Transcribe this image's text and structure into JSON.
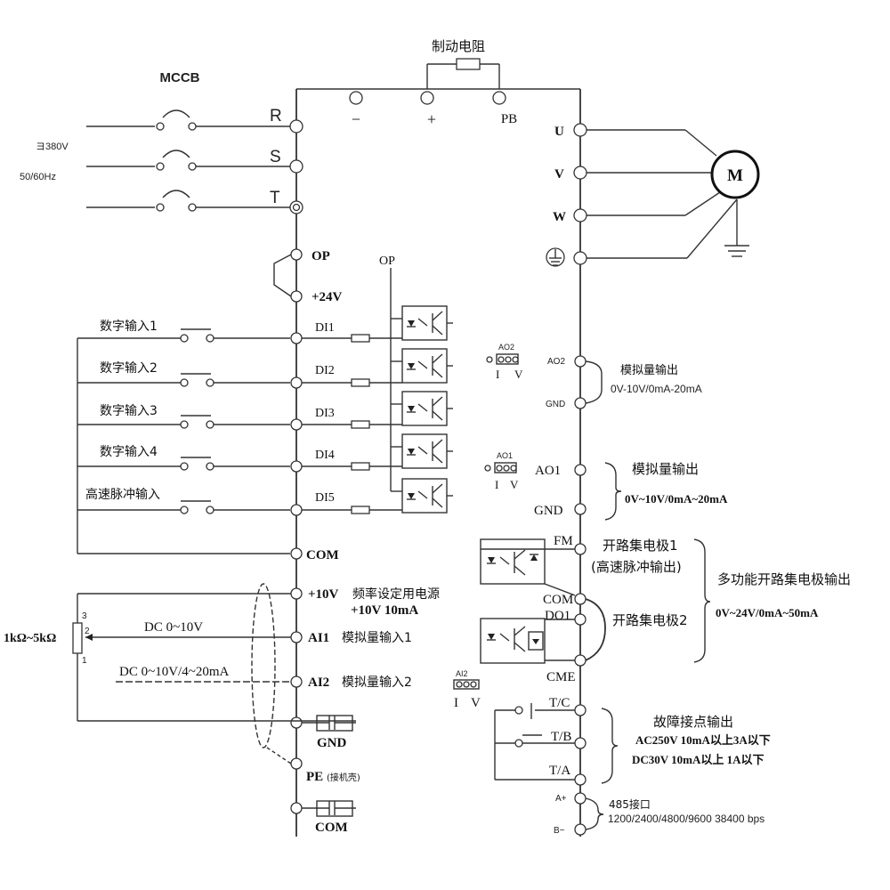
{
  "title": "",
  "labels": {
    "brake_resistor": "制动电阻",
    "mccb": "MCCB",
    "supply_voltage": "ヨ380V",
    "supply_freq": "50/60Hz",
    "R": "R",
    "S": "S",
    "T": "T",
    "minus": "−",
    "plus": "+",
    "PB": "PB",
    "U": "U",
    "V": "V",
    "W": "W",
    "M": "M",
    "OP": "OP",
    "OP_top": "OP",
    "p24V": "+24V",
    "DI1": "DI1",
    "DI2": "DI2",
    "DI3": "DI3",
    "DI4": "DI4",
    "DI5": "DI5",
    "in1": "数字输入1",
    "in2": "数字输入2",
    "in3": "数字输入3",
    "in4": "数字输入4",
    "in5": "高速脉冲输入",
    "COM": "COM",
    "p10V": "+10V",
    "freq_supply": "频率设定用电源",
    "freq_supply_val": "+10V  10mA",
    "pot": "1kΩ~5kΩ",
    "pot3": "3",
    "pot2": "2",
    "pot1": "1",
    "dc1": "DC 0~10V",
    "dc2": "DC 0~10V/4~20mA",
    "AI1": "AI1",
    "AI1_desc": "模拟量输入1",
    "AI2": "AI2",
    "AI2_desc": "模拟量输入2",
    "GND": "GND",
    "PE": "PE",
    "PE_note": "(接机壳)",
    "COM_bottom": "COM",
    "AO2_jumper": "AO2",
    "AO2": "AO2",
    "GND_ao2": "GND",
    "ao2_title": "模拟量输出",
    "ao2_range": "0V-10V/0mA-20mA",
    "AO1_jumper": "AO1",
    "AO1": "AO1",
    "GND_ao1": "GND",
    "ao1_title": "模拟量输出",
    "ao1_range": "0V~10V/0mA~20mA",
    "I": "I",
    "Vj": "V",
    "FM": "FM",
    "fm_title": "开路集电极1",
    "fm_sub": "(高速脉冲输出)",
    "COM_r": "COM",
    "DO1": "DO1",
    "do_title": "开路集电极2",
    "multi": "多功能开路集电极输出",
    "multi_range": "0V~24V/0mA~50mA",
    "CME": "CME",
    "AI2_jumper": "AI2",
    "TC": "T/C",
    "TB": "T/B",
    "TA": "T/A",
    "fault_title": "故障接点输出",
    "fault_ac": "AC250V  10mA以上3A以下",
    "fault_dc": "DC30V   10mA以上  1A以下",
    "A_plus": "A+",
    "B_minus": "B−",
    "rs485": "485接口",
    "baud": "1200/2400/4800/9600  38400 bps"
  }
}
